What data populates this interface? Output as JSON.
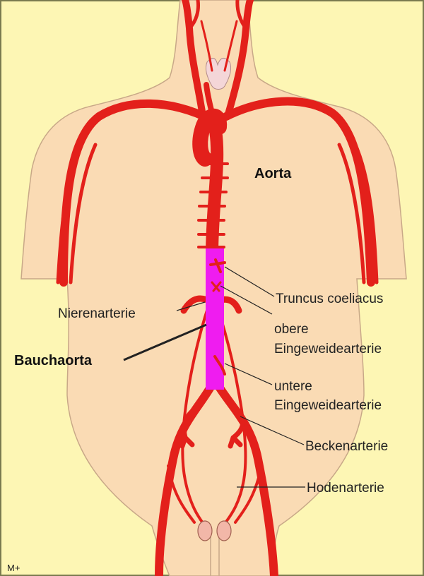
{
  "labels": {
    "aorta": "Aorta",
    "truncus": "Truncus coeliacus",
    "nierenarterie": "Nierenarterie",
    "obere_1": "obere",
    "obere_2": "Eingeweidearterie",
    "bauchaorta": "Bauchaorta",
    "untere_1": "untere",
    "untere_2": "Eingeweidearterie",
    "beckenarterie": "Beckenarterie",
    "hodenarterie": "Hodenarterie",
    "corner_mark": "M+"
  },
  "colors": {
    "background": "#fdf6b4",
    "skin": "#fadbb4",
    "skin_outline": "#c8a888",
    "artery": "#e3201b",
    "artery_dark": "#a80f0c",
    "abdominal_aorta_highlight": "#ef1cf0",
    "thyroid": "#f4d6d8",
    "testes": "#f2b7a8"
  }
}
